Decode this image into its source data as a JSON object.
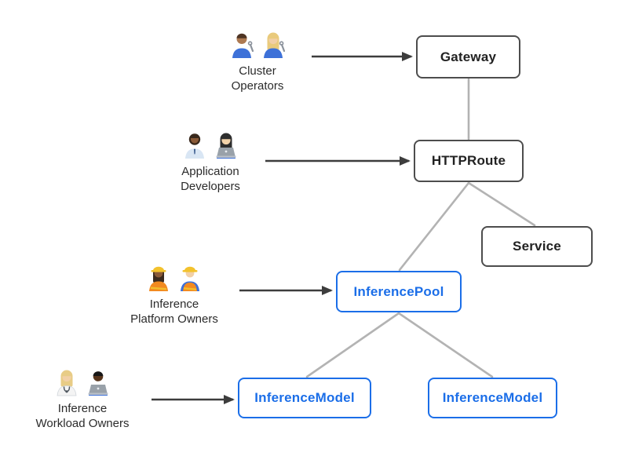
{
  "colors": {
    "background": "#ffffff",
    "core_resource_border": "#4d4d4d",
    "core_resource_text": "#222222",
    "extension_resource_blue": "#1b6ee8",
    "connector_gray": "#b3b3b3",
    "arrow_dark": "#3d3d3d",
    "persona_label_text": "#2b2b2b"
  },
  "nodes": {
    "gateway": {
      "label": "Gateway",
      "style": "core"
    },
    "httproute": {
      "label": "HTTPRoute",
      "style": "core"
    },
    "service": {
      "label": "Service",
      "style": "core"
    },
    "inference_pool": {
      "label": "InferencePool",
      "style": "extension"
    },
    "inference_model_left": {
      "label": "InferenceModel",
      "style": "extension"
    },
    "inference_model_right": {
      "label": "InferenceModel",
      "style": "extension"
    }
  },
  "personas": [
    {
      "line1": "Cluster",
      "line2": "Operators",
      "icons": [
        "man-mechanic-icon",
        "woman-mechanic-icon"
      ]
    },
    {
      "line1": "Application",
      "line2": "Developers",
      "icons": [
        "man-office-worker-icon",
        "woman-technologist-icon"
      ]
    },
    {
      "line1": "Inference",
      "line2": "Platform Owners",
      "icons": [
        "woman-construction-worker-icon",
        "man-construction-worker-icon"
      ]
    },
    {
      "line1": "Inference",
      "line2": "Workload Owners",
      "icons": [
        "health-worker-icon",
        "man-technologist-icon"
      ]
    }
  ],
  "edges": {
    "arrows": [
      {
        "from": "Cluster Operators",
        "to": "Gateway"
      },
      {
        "from": "Application Developers",
        "to": "HTTPRoute"
      },
      {
        "from": "Inference Platform Owners",
        "to": "InferencePool"
      },
      {
        "from": "Inference Workload Owners",
        "to": "InferenceModel"
      }
    ],
    "lines": [
      {
        "from": "Gateway",
        "to": "HTTPRoute"
      },
      {
        "from": "HTTPRoute",
        "to": "Service"
      },
      {
        "from": "HTTPRoute",
        "to": "InferencePool"
      },
      {
        "from": "InferencePool",
        "to": "InferenceModel (left)"
      },
      {
        "from": "InferencePool",
        "to": "InferenceModel (right)"
      }
    ]
  }
}
